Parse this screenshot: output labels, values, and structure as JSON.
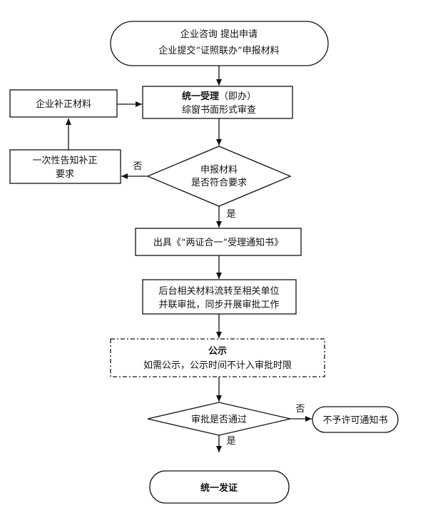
{
  "start": {
    "line1": "企业咨询 提出申请",
    "line2": "企业提交“证照联办”申报材料"
  },
  "accept": {
    "bold": "统一受理",
    "suffix": "（即办）",
    "line2": "综窗书面形式审查"
  },
  "supplement": {
    "label": "企业补正材料"
  },
  "notify_once": {
    "line1": "一次性告知补正",
    "line2": "要求"
  },
  "check_materials": {
    "line1": "申报材料",
    "line2": "是否符合要求",
    "no_label": "否",
    "yes_label": "是"
  },
  "issue_notice": {
    "label": "出具《“两证合一”受理通知书》"
  },
  "backend": {
    "line1": "后台相关材料流转至相关单位",
    "line2": "并联审批，同步开展审批工作"
  },
  "publicity": {
    "title": "公示",
    "line2": "如需公示，公示时间不计入审批时限"
  },
  "approval": {
    "label": "审批是否通过",
    "no_label": "否",
    "yes_label": "是"
  },
  "reject": {
    "label": "不予许可通知书"
  },
  "final": {
    "label": "统一发证"
  }
}
